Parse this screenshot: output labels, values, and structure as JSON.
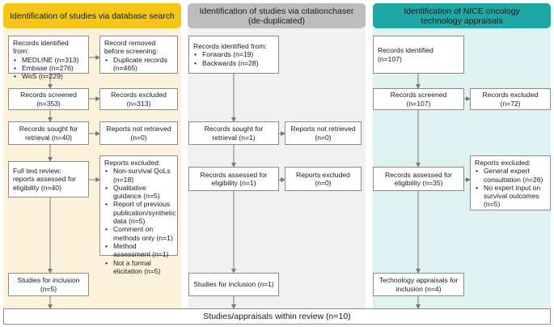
{
  "colors": {
    "col1_header": "#f5c518",
    "col1_bg": "#fdf3dc",
    "col2_header": "#bdbdbd",
    "col2_bg": "#f1f1f1",
    "col3_header": "#1fa7a6",
    "col3_bg": "#dff1f1",
    "border": "#8c8c8c",
    "arrow": "#7a7a7a"
  },
  "col1": {
    "header": "Identification of studies via database search",
    "identified_title": "Records identified from:",
    "identified_items": [
      "MEDLINE (n=313)",
      "Embase (n=276)",
      "WoS (n=229)"
    ],
    "removed_line1": "Record removed",
    "removed_line2": "before screening:",
    "removed_item": "Duplicate records (n=465)",
    "screened": "Records screened (n=353)",
    "excluded": "Records excluded (n=313)",
    "sought": "Records sought for retrieval (n=40)",
    "not_retrieved": "Reports not retrieved (n=0)",
    "fulltext": "Full text review: reports assessed for eligibility (n=40)",
    "reports_excluded_title": "Reports excluded:",
    "reports_excluded_items": [
      "Non-survival QoLs (n=18)",
      "Qualitative guidance (n=5)",
      "Report of previous publication/synthetic data (n=5)",
      "Comment on methods only (n=1)",
      "Method assessment (n=1)",
      "Not a formal elicitation (n=5)"
    ],
    "included": "Studies for inclusion (n=5)"
  },
  "col2": {
    "header_line1": "Identification of studies via citationchaser",
    "header_line2": "(de-duplicated)",
    "identified_title": "Records identified from:",
    "identified_items": [
      "Forwards (n=19)",
      "Backwards (n=28)"
    ],
    "sought": "Records sought for retrieval (n=1)",
    "not_retrieved": "Reports not retrieved (n=0)",
    "assessed": "Records assessed for eligibility (n=1)",
    "excluded": "Reports excluded (n=0)",
    "included": "Studies for inclusion (n=1)"
  },
  "col3": {
    "header_line1": "Identification of NICE oncology",
    "header_line2": "technology appraisals",
    "identified": "Records identified (n=107)",
    "screened": "Records screened (n=107)",
    "excluded": "Records excluded (n=72)",
    "assessed": "Records assessed for eligibility (n=35)",
    "reports_excluded_title": "Reports excluded:",
    "reports_excluded_items": [
      "General expert consultation (n=26)",
      "No expert input on survival outcomes (n=5)"
    ],
    "included": "Technology appraisals for inclusion (n=4)"
  },
  "final": "Studies/appraisals within review (n=10)"
}
